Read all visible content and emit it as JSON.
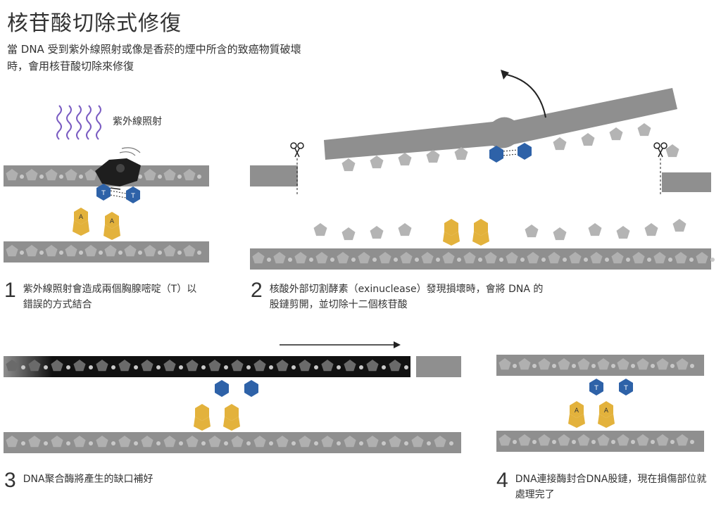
{
  "title": "核苷酸切除式修復",
  "intro": "當 DNA 受到紫外線照射或像是香菸的煙中所含的致癌物質破壞時，會用核苷酸切除來修復",
  "uv_label": "紫外線照射",
  "steps": [
    {
      "num": "1",
      "text": "紫外線照射會造成兩個胸腺嘧啶（T）以錯誤的方式結合"
    },
    {
      "num": "2",
      "text": "核酸外部切割酵素（exinuclease）發現損壞時，會將 DNA 的股鏈剪開，並切除十二個核苷酸"
    },
    {
      "num": "3",
      "text": "DNA聚合酶將產生的缺口補好"
    },
    {
      "num": "4",
      "text": "DNA連接酶封合DNA股鏈，現在損傷部位就處理完了"
    }
  ],
  "bases": {
    "thymine": "T",
    "adenine": "A"
  },
  "colors": {
    "strand": "#8f8f8f",
    "nucleotide": "#b4b4b4",
    "thymine": "#2e62a8",
    "adenine": "#e3b23c",
    "damage": "#1e1e1e",
    "uv": "#7a5cc2",
    "new_strand": "#111111"
  },
  "icons": [
    "uv-rays-icon",
    "scissors-icon",
    "arrow-icon"
  ]
}
